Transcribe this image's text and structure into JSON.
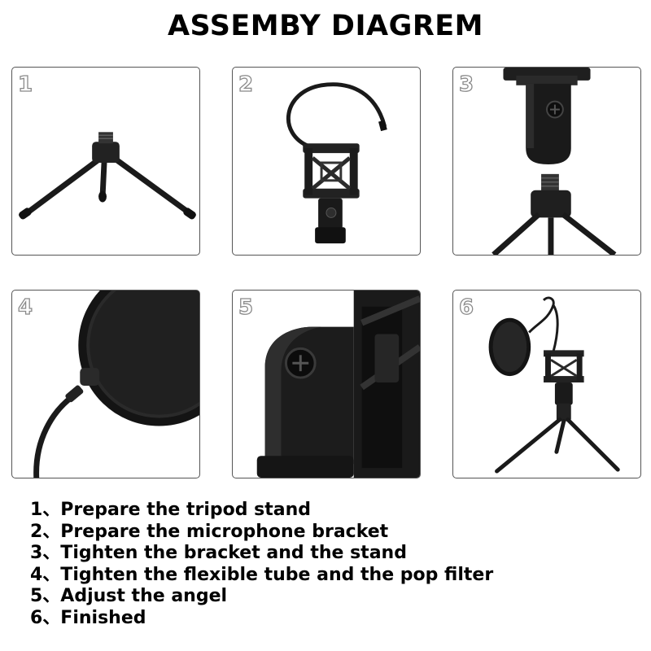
{
  "title": "ASSEMBY DIAGREM",
  "panels": [
    {
      "number": "1"
    },
    {
      "number": "2"
    },
    {
      "number": "3"
    },
    {
      "number": "4"
    },
    {
      "number": "5"
    },
    {
      "number": "6"
    }
  ],
  "steps": [
    "1、Prepare the tripod stand",
    "2、Prepare the microphone bracket",
    "3、Tighten the bracket and the stand",
    "4、Tighten the flexible tube and the pop filter",
    "5、Adjust the angel",
    "6、Finished"
  ]
}
